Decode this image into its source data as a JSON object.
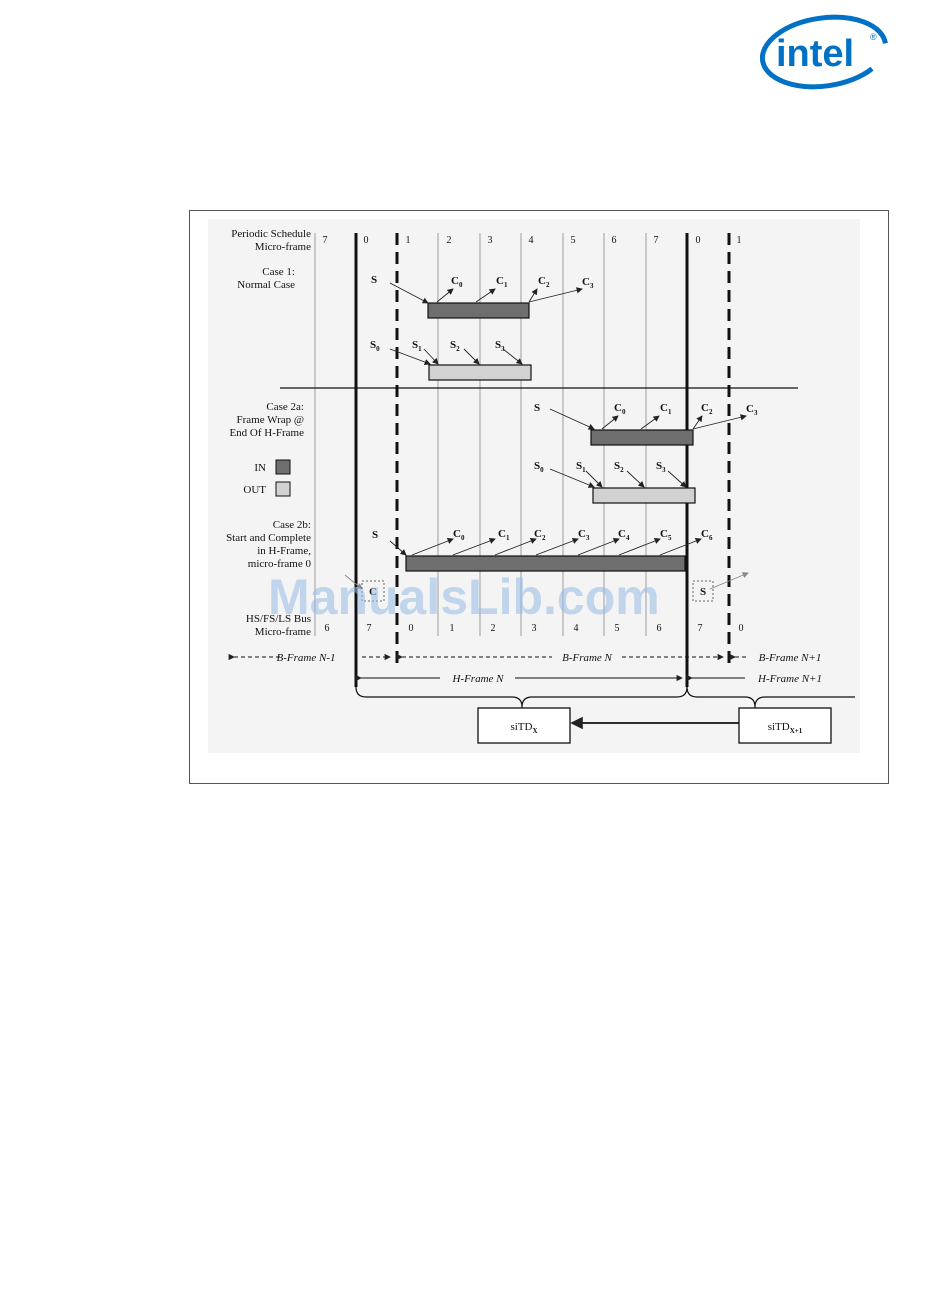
{
  "brand": {
    "logo_text": "intel",
    "logo_color": "#0071c5"
  },
  "watermark": "ManualsLib.com",
  "diagram": {
    "row_label_periodic": [
      "Periodic Schedule",
      "Micro-frame"
    ],
    "periodic_numbers": [
      "7",
      "0",
      "1",
      "2",
      "3",
      "4",
      "5",
      "6",
      "7",
      "0",
      "1"
    ],
    "case1_label": [
      "Case 1:",
      "Normal Case"
    ],
    "case2a_label": [
      "Case 2a:",
      "Frame Wrap @",
      "End Of H-Frame"
    ],
    "legend": {
      "in": "IN",
      "out": "OUT",
      "in_color": "#6e6e6e",
      "out_color": "#d2d2d2"
    },
    "case2b_label": [
      "Case 2b:",
      "Start and Complete",
      "in H-Frame,",
      "micro-frame 0"
    ],
    "bus_label": [
      "HS/FS/LS Bus",
      "Micro-frame"
    ],
    "bus_numbers": [
      "6",
      "7",
      "0",
      "1",
      "2",
      "3",
      "4",
      "5",
      "6",
      "7",
      "0"
    ],
    "split": {
      "start": "S",
      "complete": "C"
    },
    "frames": {
      "b_prev": "B-Frame N-1",
      "b_cur": "B-Frame N",
      "b_next": "B-Frame N+1",
      "h_cur": "H-Frame N",
      "h_next": "H-Frame N+1"
    },
    "sitd_x": {
      "base": "siTD",
      "sub": "X"
    },
    "sitd_x1": {
      "base": "siTD",
      "sub": "X+1"
    }
  }
}
